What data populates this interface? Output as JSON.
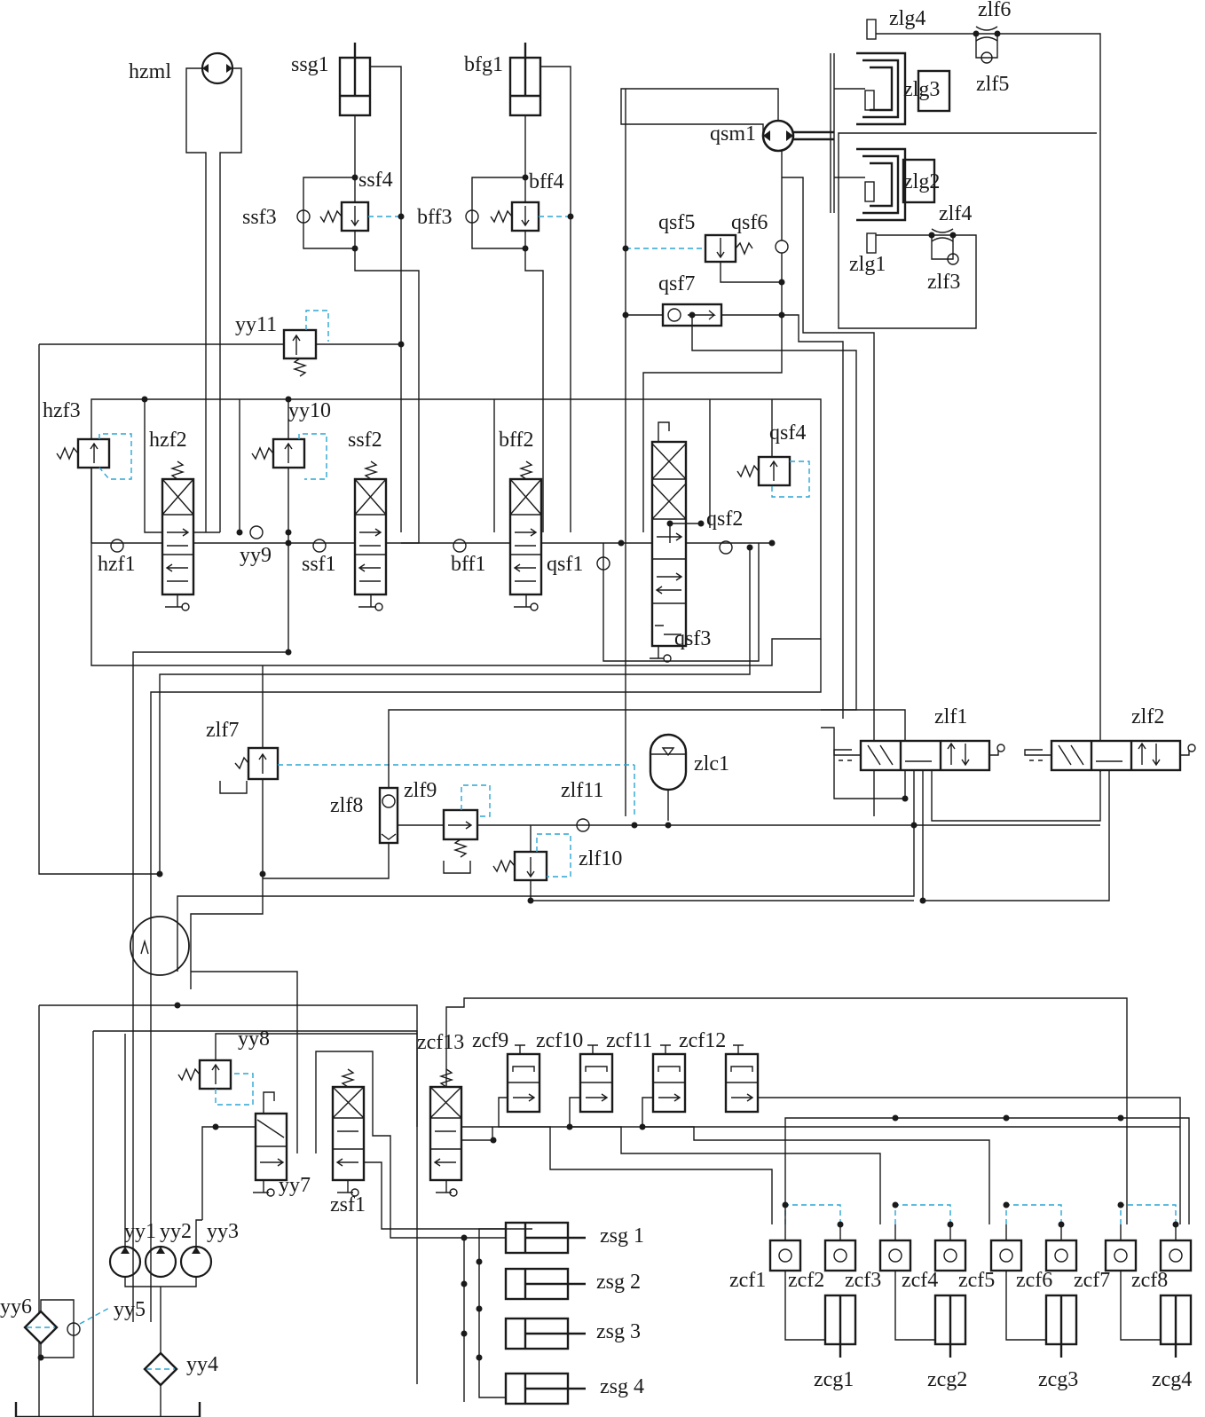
{
  "colors": {
    "line": "#1a1a1a",
    "pilot": "#2aa5d4",
    "background": "#ffffff"
  },
  "labels": {
    "hzml": "hzml",
    "ssg1": "ssg1",
    "bfg1": "bfg1",
    "zlg4": "zlg4",
    "zlf6": "zlf6",
    "zlf5": "zlf5",
    "zlg3": "zlg3",
    "qsm1": "qsm1",
    "zlg2": "zlg2",
    "zlf4": "zlf4",
    "zlg1": "zlg1",
    "zlf3": "zlf3",
    "ssf4": "ssf4",
    "ssf3": "ssf3",
    "bff4": "bff4",
    "bff3": "bff3",
    "qsf5": "qsf5",
    "qsf6": "qsf6",
    "qsf7": "qsf7",
    "yy11": "yy11",
    "hzf3": "hzf3",
    "yy10": "yy10",
    "hzf2": "hzf2",
    "ssf2": "ssf2",
    "bff2": "bff2",
    "qsf4": "qsf4",
    "qsf2": "qsf2",
    "hzf1": "hzf1",
    "yy9": "yy9",
    "ssf1": "ssf1",
    "bff1": "bff1",
    "qsf1": "qsf1",
    "qsf3": "qsf3",
    "zlf1": "zlf1",
    "zlf2": "zlf2",
    "zlf7": "zlf7",
    "zlc1": "zlc1",
    "zlf8": "zlf8",
    "zlf9": "zlf9",
    "zlf11": "zlf11",
    "zlf10": "zlf10",
    "yy8": "yy8",
    "zcf13": "zcf13",
    "zcf9": "zcf9",
    "zcf10": "zcf10",
    "zcf11": "zcf11",
    "zcf12": "zcf12",
    "yy7": "yy7",
    "zsf1": "zsf1",
    "yy1": "yy1",
    "yy2": "yy2",
    "yy3": "yy3",
    "zsg1": "zsg 1",
    "zsg2": "zsg 2",
    "zsg3": "zsg 3",
    "zsg4": "zsg 4",
    "yy6": "yy6",
    "yy5": "yy5",
    "yy4": "yy4",
    "zcf1": "zcf1",
    "zcf2": "zcf2",
    "zcf3": "zcf3",
    "zcf4": "zcf4",
    "zcf5": "zcf5",
    "zcf6": "zcf6",
    "zcf7": "zcf7",
    "zcf8": "zcf8",
    "zcg1": "zcg1",
    "zcg2": "zcg2",
    "zcg3": "zcg3",
    "zcg4": "zcg4"
  }
}
